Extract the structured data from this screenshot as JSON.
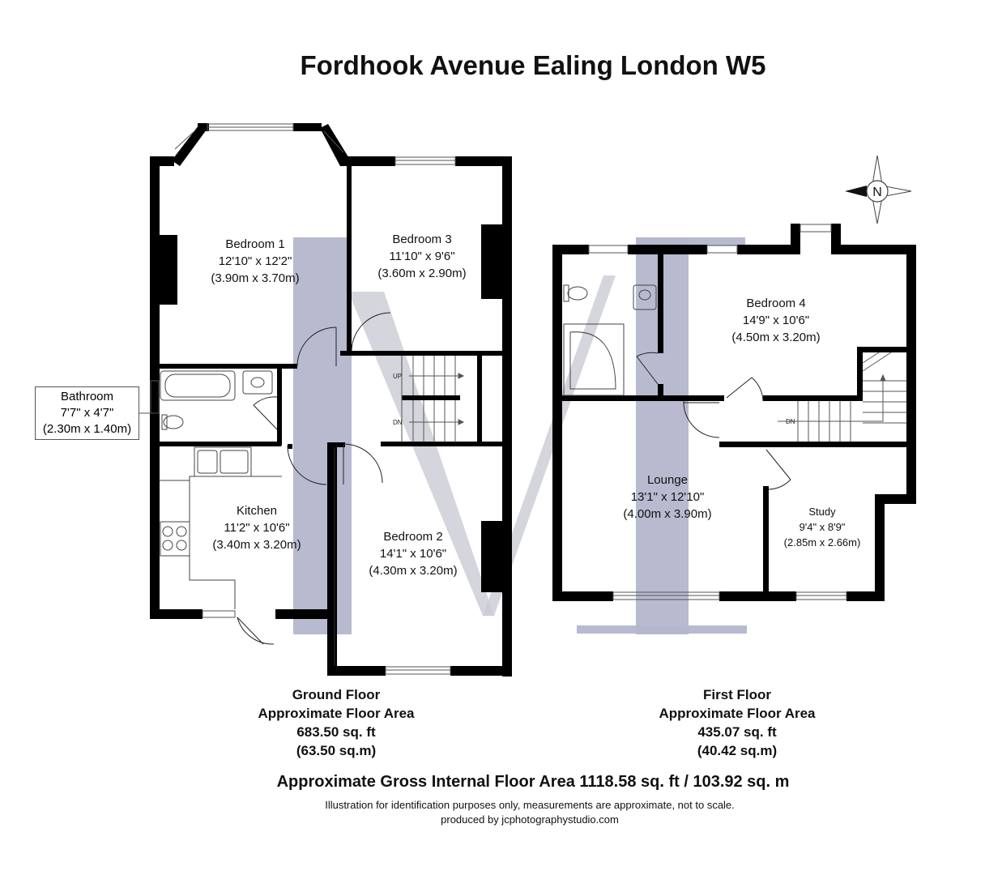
{
  "title": "Fordhook Avenue Ealing London W5",
  "compass": {
    "label": "N"
  },
  "ground_floor": {
    "caption": [
      "Ground Floor",
      "Approximate Floor Area",
      "683.50 sq. ft",
      "(63.50 sq.m)"
    ],
    "rooms": {
      "bedroom1": {
        "name": "Bedroom 1",
        "imperial": "12'10\" x 12'2\"",
        "metric": "(3.90m x 3.70m)"
      },
      "bedroom3": {
        "name": "Bedroom 3",
        "imperial": "11'10\" x 9'6\"",
        "metric": "(3.60m x 2.90m)"
      },
      "bathroom": {
        "name": "Bathroom",
        "imperial": "7'7\" x 4'7\"",
        "metric": "(2.30m x 1.40m)"
      },
      "kitchen": {
        "name": "Kitchen",
        "imperial": "11'2\" x 10'6\"",
        "metric": "(3.40m x 3.20m)"
      },
      "bedroom2": {
        "name": "Bedroom 2",
        "imperial": "14'1\" x 10'6\"",
        "metric": "(4.30m x 3.20m)"
      }
    },
    "stairs": {
      "up": "UP",
      "down": "DN"
    }
  },
  "first_floor": {
    "caption": [
      "First Floor",
      "Approximate Floor Area",
      "435.07 sq. ft",
      "(40.42 sq.m)"
    ],
    "rooms": {
      "bedroom4": {
        "name": "Bedroom 4",
        "imperial": "14'9\" x 10'6\"",
        "metric": "(4.50m x 3.20m)"
      },
      "lounge": {
        "name": "Lounge",
        "imperial": "13'1\" x 12'10\"",
        "metric": "(4.00m x 3.90m)"
      },
      "study": {
        "name": "Study",
        "imperial": "9'4\" x 8'9\"",
        "metric": "(2.85m x 2.66m)"
      }
    },
    "stairs": {
      "down": "DN"
    }
  },
  "gross_area": "Approximate Gross Internal Floor Area 1118.58 sq. ft / 103.92 sq. m",
  "disclaimer": "Illustration for identification purposes only, measurements are approximate, not to scale.",
  "producer": "produced by jcphotographystudio.com",
  "colors": {
    "wall": "#000000",
    "watermark": "#b4b6cc"
  }
}
